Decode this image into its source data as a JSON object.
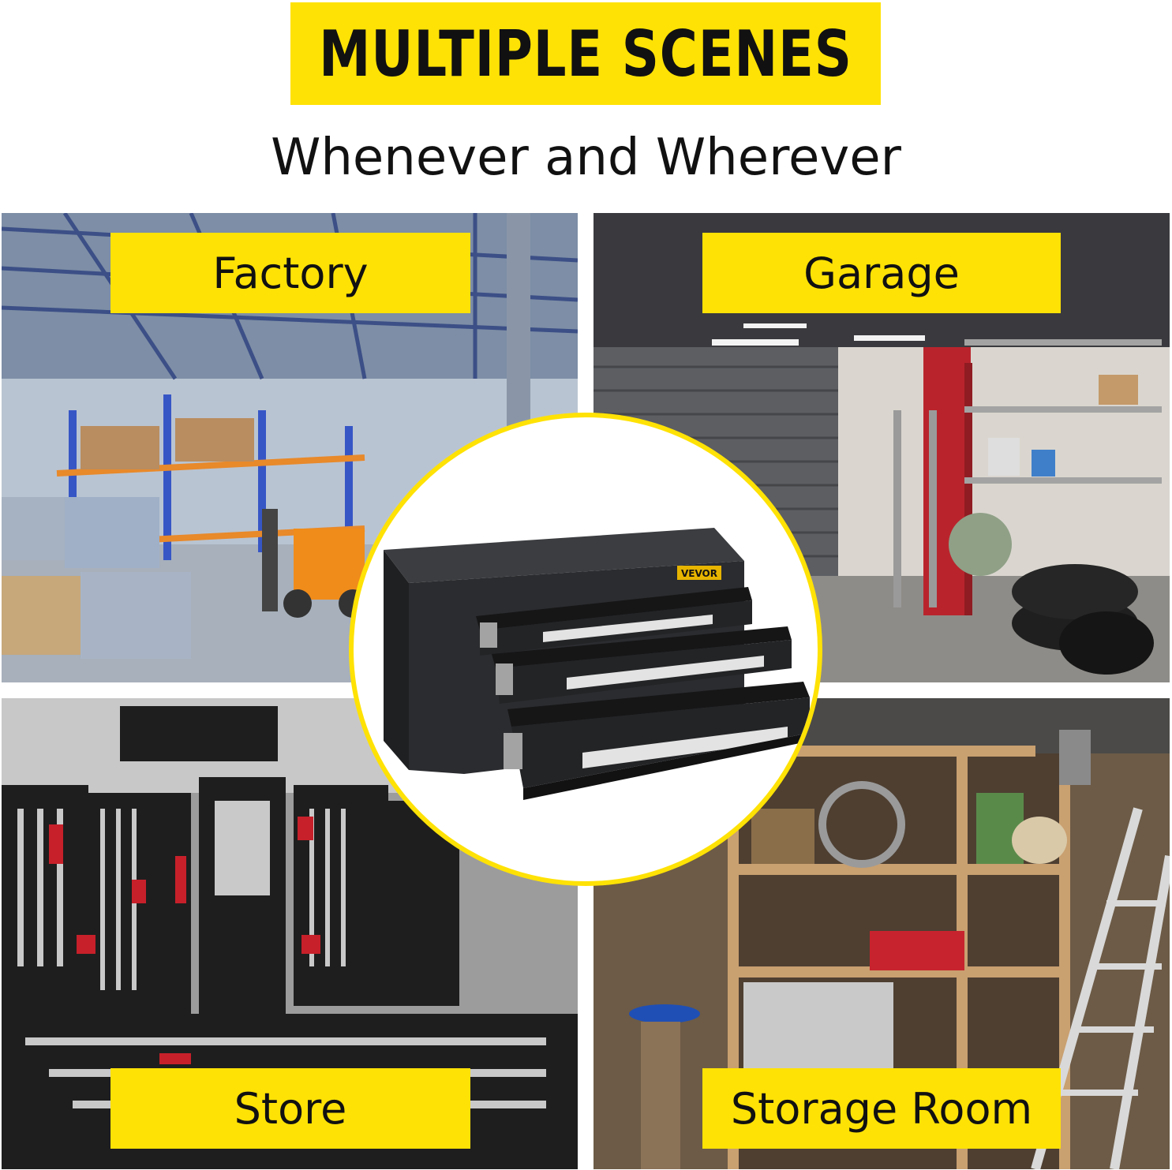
{
  "header": {
    "headline": "MULTIPLE SCENES",
    "subtitle": "Whenever and Wherever"
  },
  "scenes": {
    "factory": {
      "label": "Factory"
    },
    "garage": {
      "label": "Garage"
    },
    "store": {
      "label": "Store"
    },
    "storage_room": {
      "label": "Storage Room"
    }
  },
  "product": {
    "brand": "VEVOR"
  },
  "colors": {
    "accent_yellow": "#ffe205",
    "text": "#111111"
  }
}
